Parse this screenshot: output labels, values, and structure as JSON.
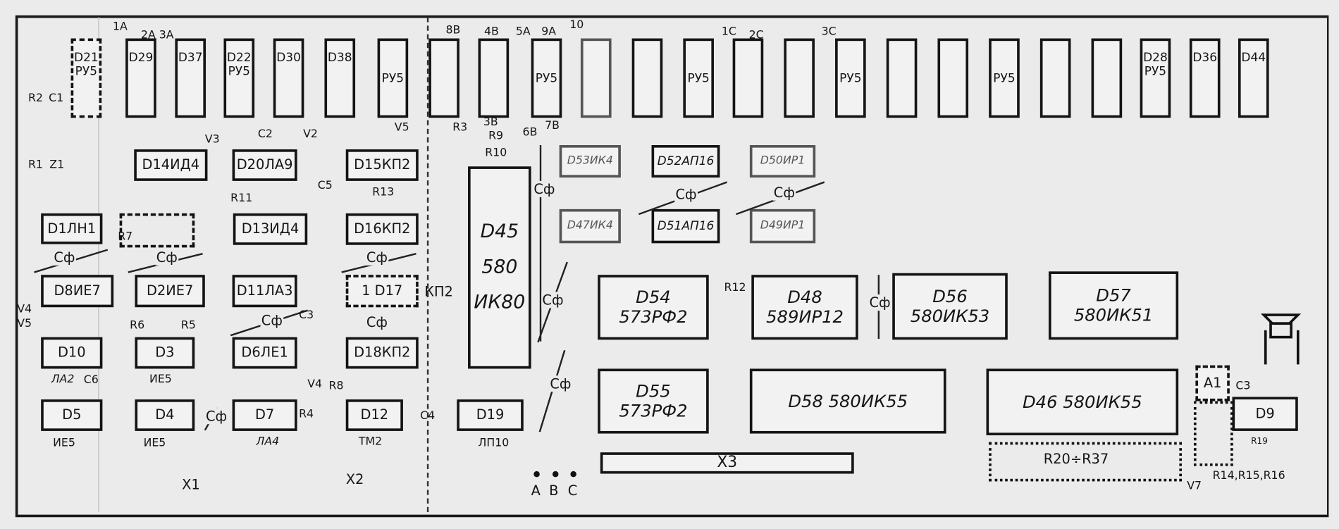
{
  "memory_row": [
    {
      "name": "D21",
      "type": "РУ5"
    },
    {
      "name": "D29",
      "type": ""
    },
    {
      "name": "D37",
      "type": ""
    },
    {
      "name": "D22",
      "type": "РУ5"
    },
    {
      "name": "D30",
      "type": ""
    },
    {
      "name": "D38",
      "type": ""
    },
    {
      "name": "",
      "type": "РУ5"
    },
    {
      "name": "",
      "type": ""
    },
    {
      "name": "",
      "type": ""
    },
    {
      "name": "",
      "type": "РУ5"
    },
    {
      "name": "",
      "type": ""
    },
    {
      "name": "",
      "type": ""
    },
    {
      "name": "",
      "type": "РУ5"
    },
    {
      "name": "",
      "type": ""
    },
    {
      "name": "",
      "type": ""
    },
    {
      "name": "",
      "type": "РУ5"
    },
    {
      "name": "",
      "type": ""
    },
    {
      "name": "",
      "type": ""
    },
    {
      "name": "",
      "type": "РУ5"
    },
    {
      "name": "",
      "type": ""
    },
    {
      "name": "",
      "type": ""
    },
    {
      "name": "D28",
      "type": "РУ5"
    },
    {
      "name": "D36",
      "type": ""
    },
    {
      "name": "D44",
      "type": ""
    }
  ],
  "chips": [
    "D14ИД4",
    "D20ЛА9",
    "D15КП2",
    "D1ЛН1",
    "D13ИД4",
    "D16КП2",
    "D8ИЕ7",
    "D2ИЕ7",
    "D11ЛА3",
    "1 D17",
    "D10",
    "D3",
    "D6ЛЕ1",
    "D18КП2",
    "D5",
    "D4",
    "D7",
    "D12",
    "D19",
    "D53ИК4",
    "D52АП16",
    "D50ИР1",
    "D47ИК4",
    "D51АП16",
    "D49ИР1"
  ],
  "big_chips": {
    "d45": {
      "name": "D45",
      "l1": "580",
      "l2": "ИК80"
    },
    "d54": {
      "name": "D54",
      "l2": "573РФ2"
    },
    "d48": {
      "name": "D48",
      "l2": "589ИР12"
    },
    "d56": {
      "name": "D56",
      "l2": "580ИК53"
    },
    "d57": {
      "name": "D57",
      "l2": "580ИК51"
    },
    "d55": {
      "name": "D55",
      "l2": "573РФ2"
    },
    "d58": "D58 580ИК55",
    "d46": "D46 580ИК55",
    "x3": "X3",
    "a1": "A1",
    "d9": "D9"
  },
  "chip_types_below": {
    "d10": "ЛА2",
    "d3": "ИЕ5",
    "d5": "ИЕ5",
    "d4": "ИЕ5",
    "d7": "ЛА4",
    "d12": "ТМ2",
    "d19": "ЛП10",
    "d17": "КП2"
  },
  "pin_labels": [
    "1A",
    "2A 3A",
    "8B",
    "4B",
    "5A",
    "9A",
    "10",
    "1C",
    "2C",
    "3C",
    "3B",
    "7B",
    "6B"
  ],
  "components": [
    "R2",
    "C1",
    "R1",
    "Z1",
    "V3",
    "C2",
    "V2",
    "V5",
    "R3",
    "R9",
    "R10",
    "C5",
    "R13",
    "R11",
    "R7",
    "V4",
    "V5",
    "R6",
    "R5",
    "C3",
    "C6",
    "R4",
    "R8",
    "V4",
    "C4",
    "R12",
    "C3",
    "V7",
    "R20÷R37",
    "R14,R15,R16",
    "R19"
  ],
  "filter_caps": "Cф",
  "connectors": {
    "x1": "X1",
    "x2": "X2",
    "a": "A",
    "b": "B",
    "c": "C"
  }
}
